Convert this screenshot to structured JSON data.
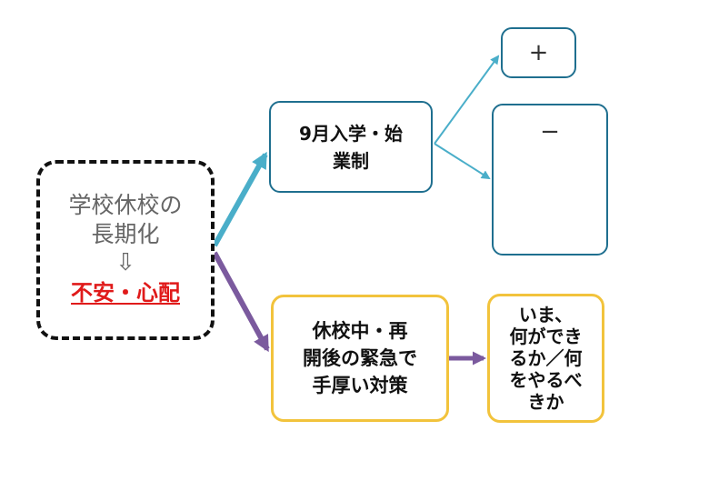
{
  "root": {
    "lines": [
      "学校休校の",
      "長期化"
    ],
    "arrow": "⇩",
    "emphasis": "不安・心配"
  },
  "node_9gatsu": {
    "lines": [
      "9月入学・始",
      "業制"
    ]
  },
  "node_plus": {
    "label": "+"
  },
  "node_minus": {
    "label": "−"
  },
  "node_taisaku": {
    "lines": [
      "休校中・再",
      "開後の緊急で",
      "手厚い対策"
    ]
  },
  "node_ima": {
    "lines": [
      "いま、",
      "何ができ",
      "るか／何",
      "をやるべ",
      "きか"
    ]
  },
  "colors": {
    "blue_arrow": "#4aaec9",
    "blue_border": "#1f6f8f",
    "gold_border": "#f2c33c",
    "purple_arrow": "#7b5a9e",
    "emphasis_red": "#e01a1a",
    "dashed_border": "#111111"
  }
}
